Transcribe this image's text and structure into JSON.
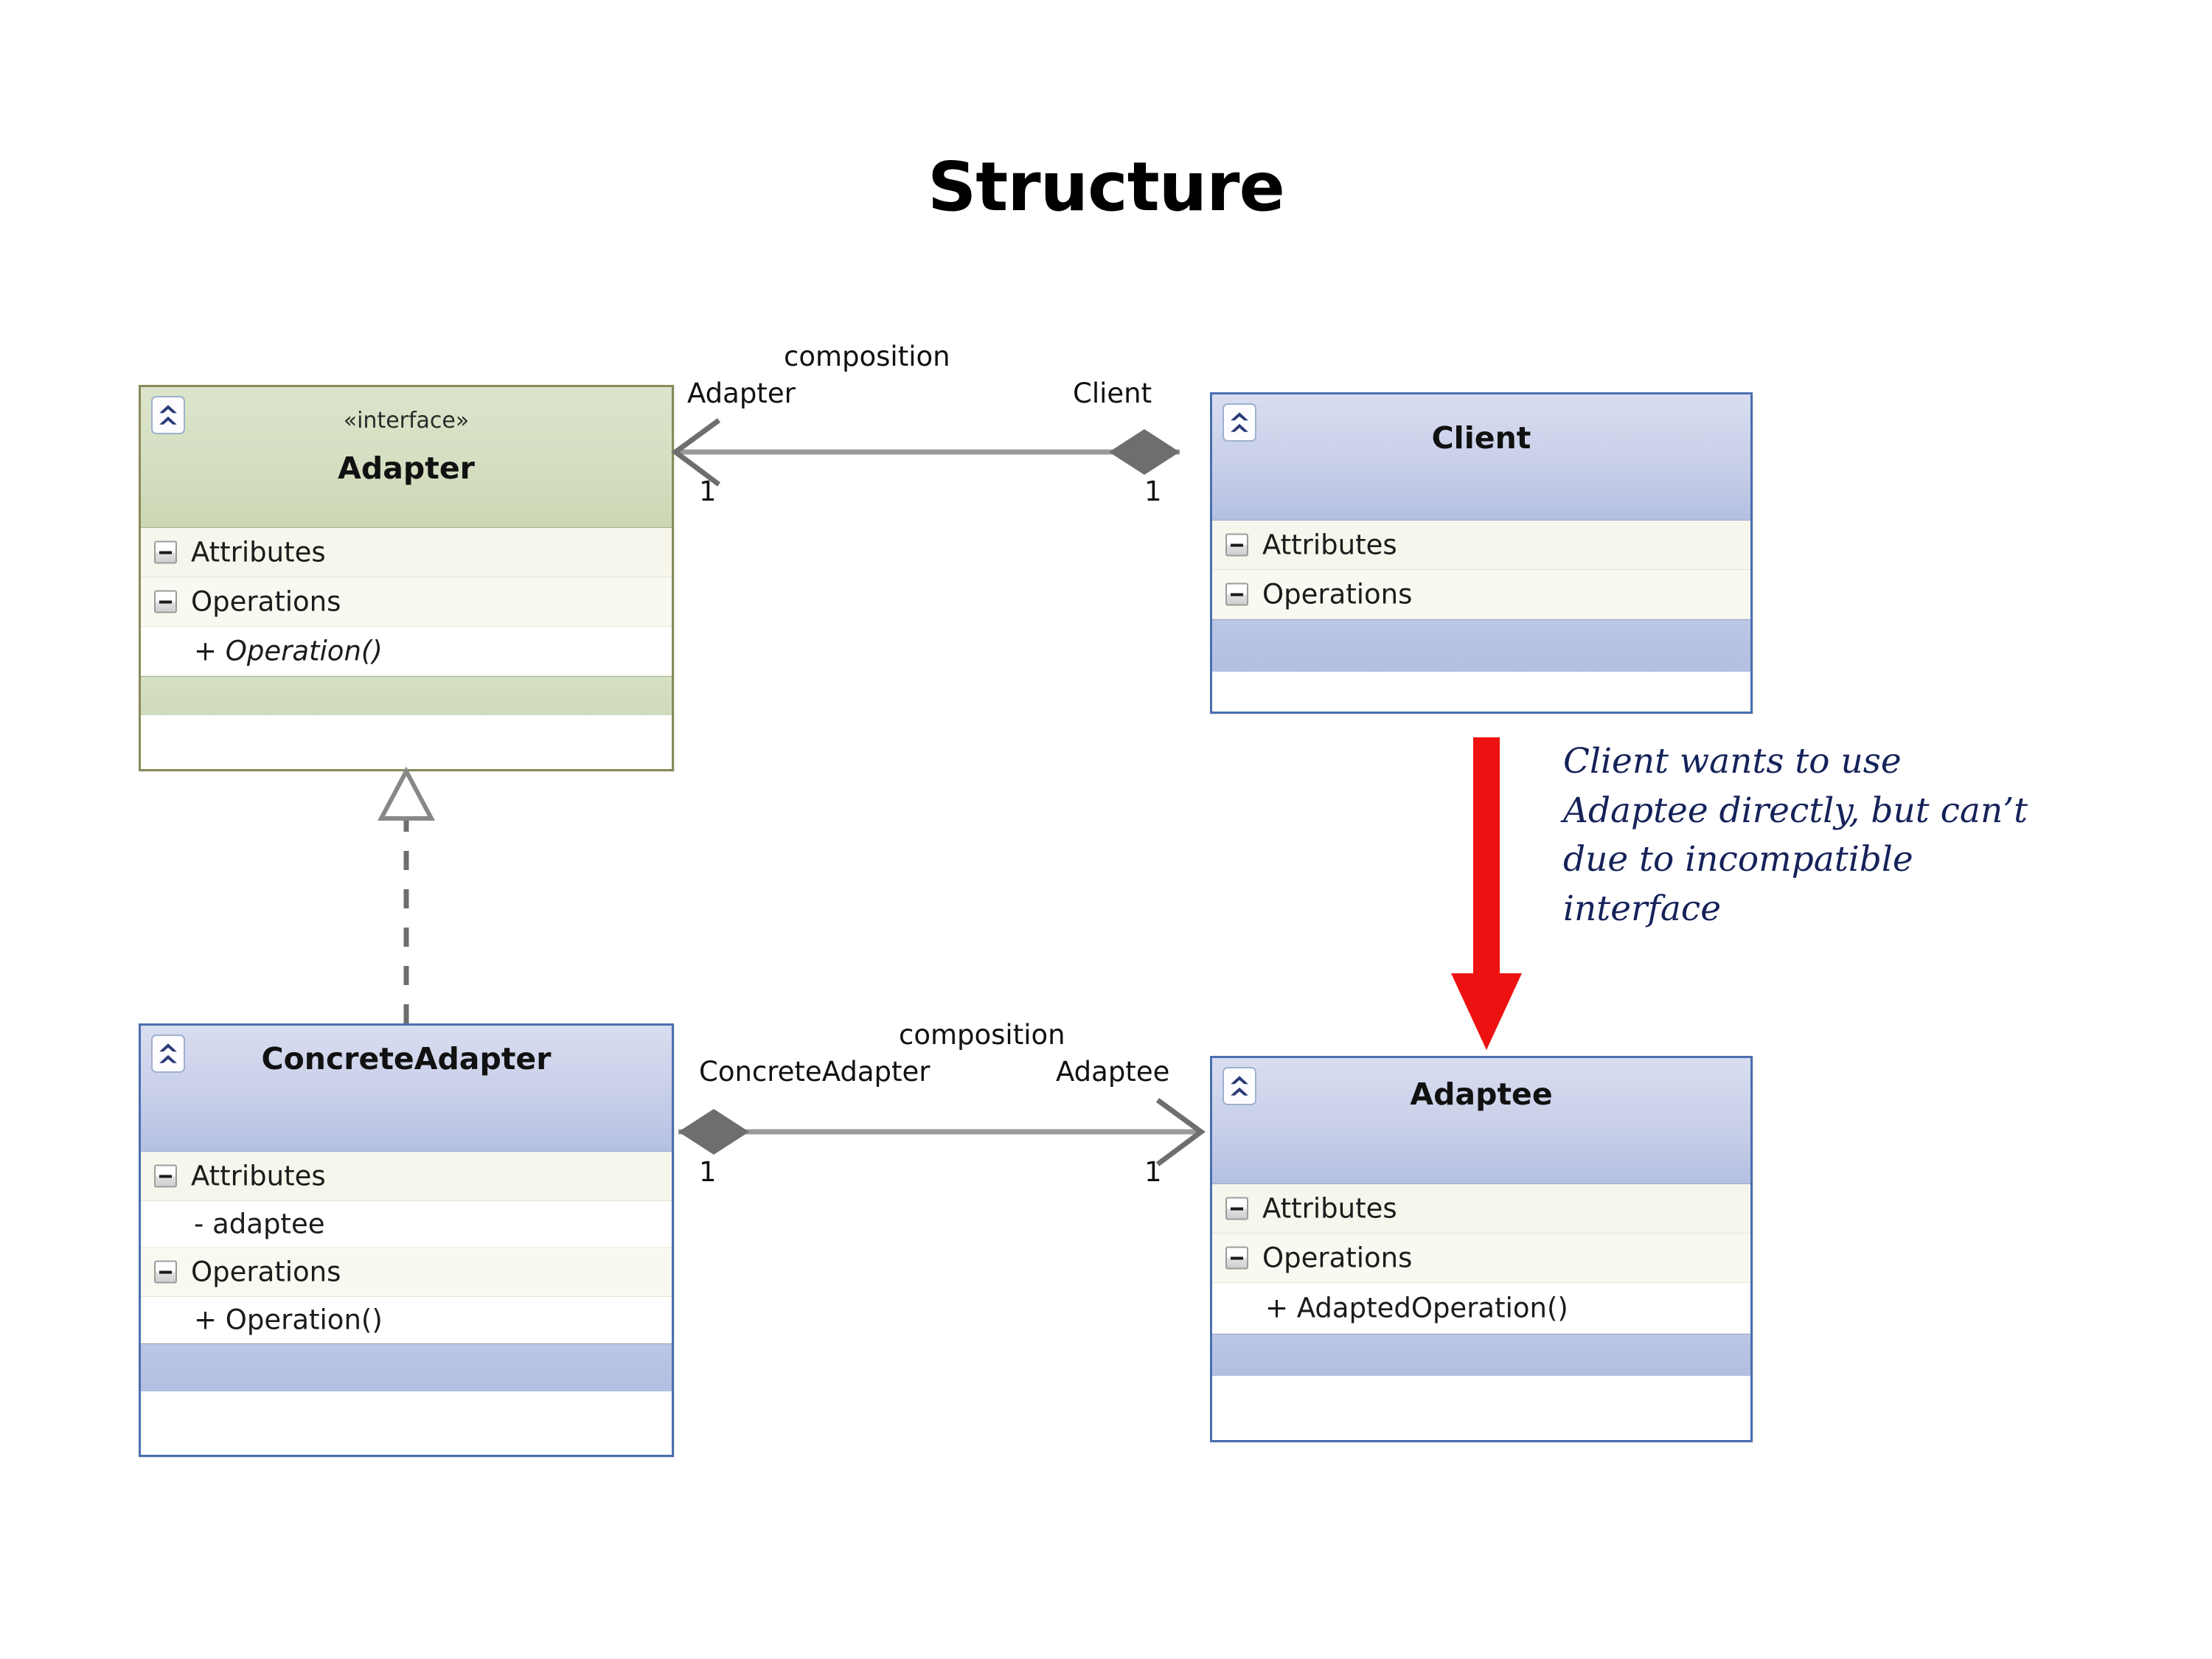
{
  "title": "Structure",
  "classes": {
    "adapter": {
      "stereotype": "«interface»",
      "name": "Adapter",
      "icon": "class-node-icon",
      "sections": [
        {
          "label": "Attributes",
          "icon": "collapse-minus-icon",
          "members": []
        },
        {
          "label": "Operations",
          "icon": "collapse-minus-icon",
          "members": [
            {
              "text": "+ Operation()",
              "italic": true
            }
          ]
        }
      ]
    },
    "client": {
      "stereotype": "",
      "name": "Client",
      "icon": "class-node-icon",
      "sections": [
        {
          "label": "Attributes",
          "icon": "collapse-minus-icon",
          "members": []
        },
        {
          "label": "Operations",
          "icon": "collapse-minus-icon",
          "members": []
        }
      ]
    },
    "concrete_adapter": {
      "stereotype": "",
      "name": "ConcreteAdapter",
      "icon": "class-node-icon",
      "sections": [
        {
          "label": "Attributes",
          "icon": "collapse-minus-icon",
          "members": [
            {
              "text": "- adaptee",
              "italic": false
            }
          ]
        },
        {
          "label": "Operations",
          "icon": "collapse-minus-icon",
          "members": [
            {
              "text": "+ Operation()",
              "italic": false
            }
          ]
        }
      ]
    },
    "adaptee": {
      "stereotype": "",
      "name": "Adaptee",
      "icon": "class-node-icon",
      "sections": [
        {
          "label": "Attributes",
          "icon": "collapse-minus-icon",
          "members": []
        },
        {
          "label": "Operations",
          "icon": "collapse-minus-icon",
          "members": [
            {
              "text": "+ AdaptedOperation()",
              "italic": false
            }
          ]
        }
      ]
    }
  },
  "relationships": {
    "client_adapter": {
      "kind": "composition",
      "name": "composition",
      "source_role": "Client",
      "source_mult": "1",
      "target_role": "Adapter",
      "target_mult": "1"
    },
    "concrete_adaptee": {
      "kind": "composition",
      "name": "composition",
      "source_role": "ConcreteAdapter",
      "source_mult": "1",
      "target_role": "Adaptee",
      "target_mult": "1"
    },
    "realization": {
      "kind": "realization",
      "source": "ConcreteAdapter",
      "target": "Adapter"
    }
  },
  "annotation": {
    "lines": [
      "Client wants to use",
      "Adaptee directly, but can’t",
      "due to incompatible",
      "interface"
    ],
    "arrow": "red-down-arrow"
  },
  "colors": {
    "interface_header": "#d4dec0",
    "class_header": "#c3cbe6",
    "class_border": "#4a6fb0",
    "interface_border": "#8a8a5b",
    "body": "#f6f6ec",
    "annotation_text": "#152259",
    "annotation_arrow": "#ee1111",
    "connector_line": "#9a9a9a",
    "diamond_fill": "#6e6e6e"
  }
}
